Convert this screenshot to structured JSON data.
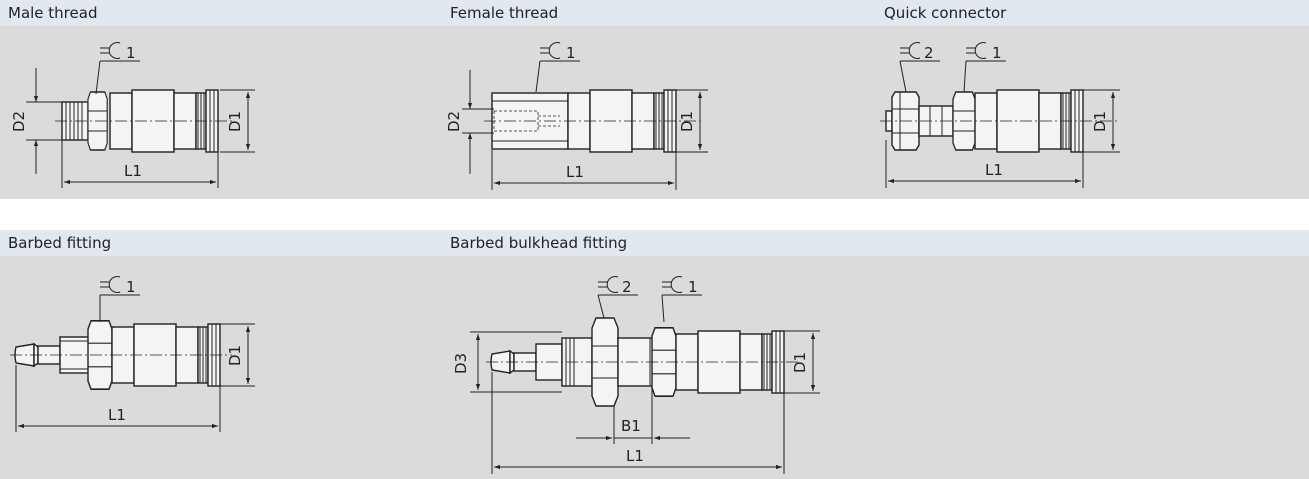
{
  "row1": {
    "titles": [
      "Male thread",
      "Female thread",
      "Quick connector"
    ]
  },
  "row2": {
    "titles": [
      "Barbed fitting",
      "Barbed bulkhead fitting"
    ]
  },
  "labels": {
    "wrench1": "1",
    "wrench2": "2",
    "L1": "L1",
    "D1": "D1",
    "D2": "D2",
    "D3": "D3",
    "B1": "B1"
  },
  "colors": {
    "header_bg": "#e1e8ef",
    "body_bg": "#dbdbdb",
    "line": "#222222"
  }
}
